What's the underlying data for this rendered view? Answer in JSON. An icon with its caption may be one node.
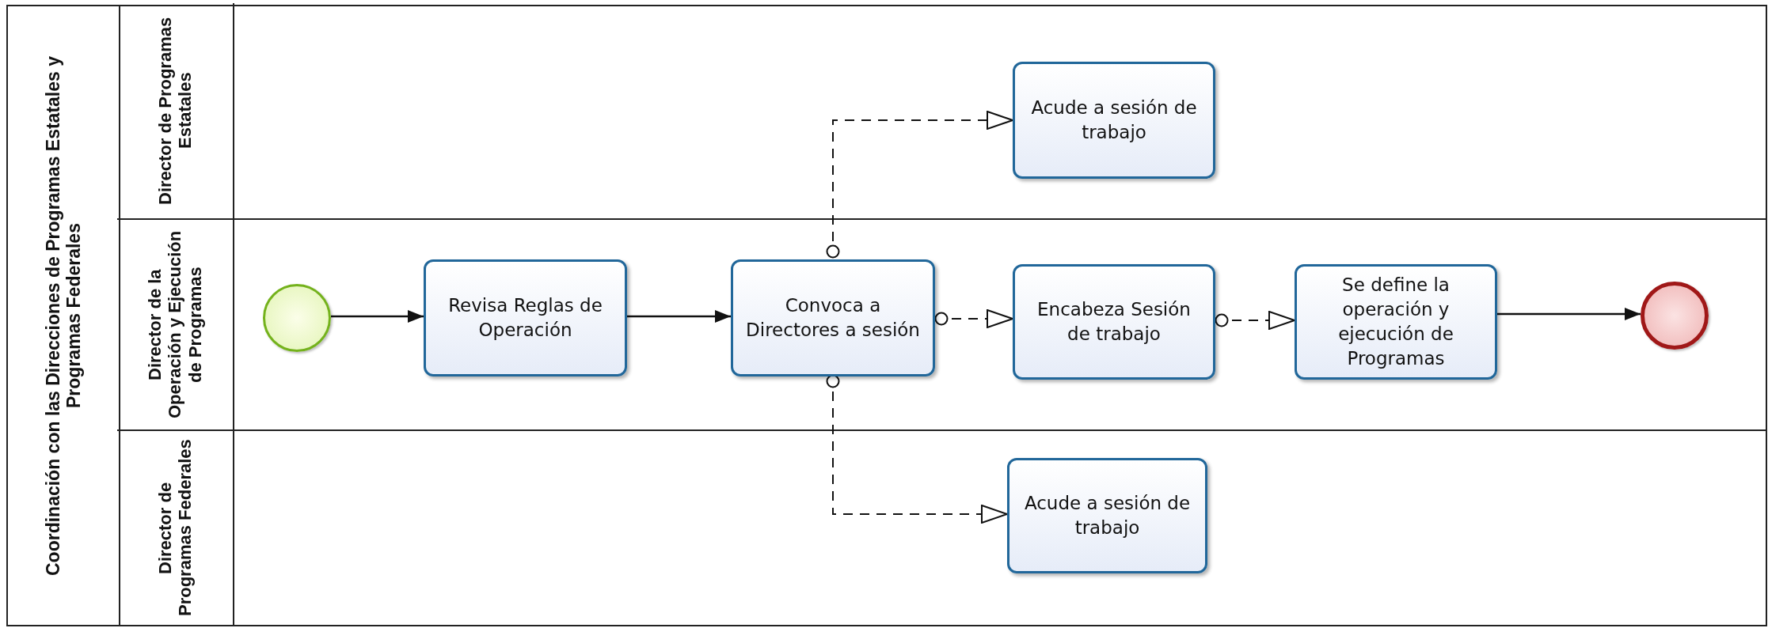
{
  "diagram": {
    "nodes": [
      {
        "text": [
          "Coordinación con las Direcciones de Programas Estatales y Programas Federales"
        ]
      },
      {
        "text": [
          "Director de Programas Estatales"
        ],
        "in": 0
      },
      {
        "text": [
          "Director de la Operación y Ejecución de Programas"
        ],
        "in": 0
      },
      {
        "text": [
          "Director de Programas Federales"
        ],
        "in": 0
      },
      {
        "text": [
          "Acude a sesión de trabajo"
        ],
        "in": 1
      },
      {
        "text": [],
        "shape": "circle",
        "in": 2
      },
      {
        "text": [
          "Revisa Reglas de Operación"
        ],
        "in": 2
      },
      {
        "text": [
          "Convoca a Directores a sesión"
        ],
        "in": 2
      },
      {
        "text": [
          "Encabeza Sesión de trabajo"
        ],
        "in": 2
      },
      {
        "text": [
          "Se define la operación y ejecución de Programas"
        ],
        "in": 2
      },
      {
        "text": [],
        "shape": "circle",
        "in": 2
      },
      {
        "text": [
          "Acude a sesión de trabajo"
        ],
        "in": 3
      }
    ],
    "edges": [
      {
        "from": 5,
        "to": 6,
        "arrow": "to"
      },
      {
        "from": 6,
        "to": 7,
        "arrow": "to"
      },
      {
        "from": 7,
        "to": 8,
        "arrow": "to",
        "style": "dashed"
      },
      {
        "from": 8,
        "to": 9,
        "arrow": "to",
        "style": "dashed"
      },
      {
        "from": 9,
        "to": 10,
        "arrow": "to"
      },
      {
        "from": 7,
        "to": 4,
        "arrow": "to",
        "style": "dashed"
      },
      {
        "from": 7,
        "to": 11,
        "arrow": "to",
        "style": "dashed"
      }
    ]
  }
}
